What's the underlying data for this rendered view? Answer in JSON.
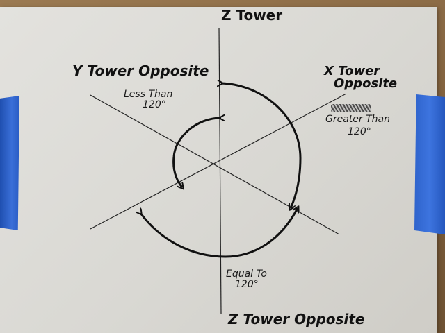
{
  "labels": {
    "z_tower": "Z Tower",
    "y_tower_opposite": "Y Tower Opposite",
    "x_tower_line1": "X Tower",
    "x_tower_line2": "Opposite",
    "less_than_line1": "Less Than",
    "less_than_line2": "120°",
    "greater_than_line1": "Greater Than",
    "greater_than_line2": "120°",
    "equal_to_line1": "Equal To",
    "equal_to_line2": "120°",
    "z_tower_opposite": "Z Tower Opposite"
  },
  "colors": {
    "ink": "#111111",
    "tape": "#2f64cc",
    "paper": "#dcdbd6"
  }
}
